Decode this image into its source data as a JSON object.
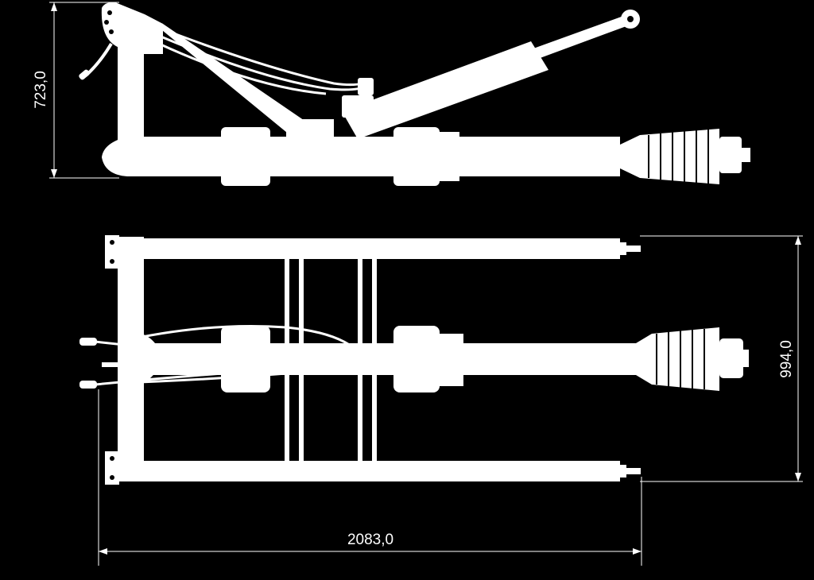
{
  "colors": {
    "background": "#000000",
    "foreground": "#ffffff"
  },
  "dimensions": {
    "height": "723,0",
    "width": "994,0",
    "length": "2083,0"
  }
}
